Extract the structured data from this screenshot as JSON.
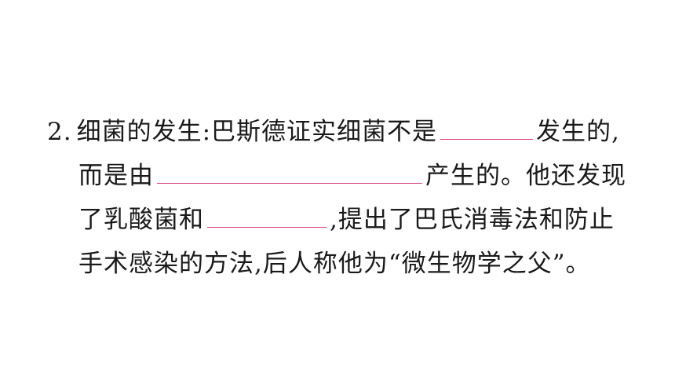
{
  "question": {
    "number": "2.",
    "line1_before": "细菌的发生:巴斯德证实细菌不是",
    "line1_after": "发生的,",
    "line2_before": "而是由",
    "line2_after": "产生的。他还发现",
    "line3_before": "了乳酸菌和",
    "line3_after": ",提出了巴氏消毒法和防止",
    "line4": "手术感染的方法,后人称他为“微生物学之父”。"
  },
  "colors": {
    "text": "#1a1a1a",
    "blank_underline": "#e0407a",
    "background": "#ffffff"
  }
}
